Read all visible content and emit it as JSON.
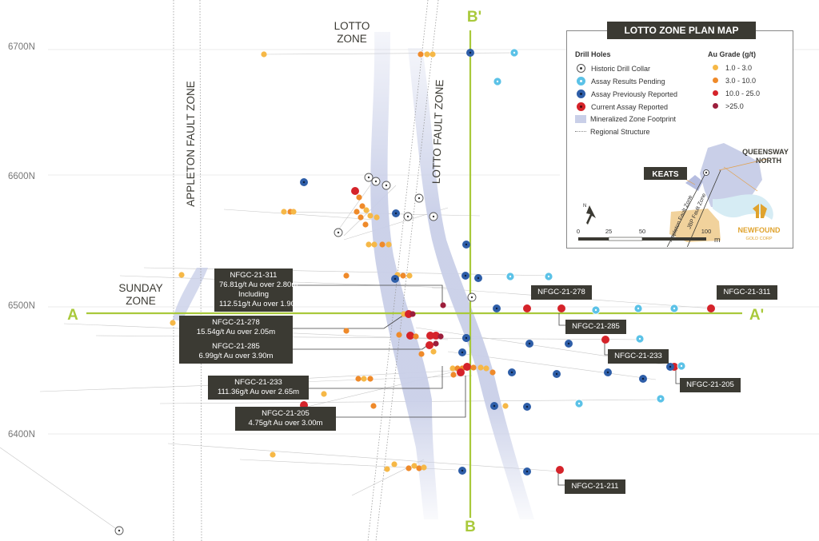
{
  "northings": [
    "6700N",
    "6600N",
    "6500N",
    "6400N"
  ],
  "zones": {
    "lotto": [
      "LOTTO",
      "ZONE"
    ],
    "sunday": [
      "SUNDAY",
      "ZONE"
    ],
    "appleton_fault": "APPLETON FAULT ZONE",
    "lotto_fault": "LOTTO FAULT ZONE"
  },
  "sections": {
    "a": "A",
    "a_prime": "A'",
    "b": "B",
    "b_prime": "B'"
  },
  "callouts": {
    "nfgc_311_detail": {
      "hole": "NFGC-21-311",
      "lines": [
        "76.81g/t Au over 2.80m",
        "Including",
        "112.51g/t Au over 1.90m"
      ]
    },
    "nfgc_278_detail": {
      "hole": "NFGC-21-278",
      "lines": [
        "15.54g/t Au over 2.05m"
      ]
    },
    "nfgc_285_detail": {
      "hole": "NFGC-21-285",
      "lines": [
        "6.99g/t Au over 3.90m"
      ]
    },
    "nfgc_233_detail": {
      "hole": "NFGC-21-233",
      "lines": [
        "111.36g/t Au over 2.65m"
      ]
    },
    "nfgc_205_detail": {
      "hole": "NFGC-21-205",
      "lines": [
        "4.75g/t Au over 3.00m"
      ]
    }
  },
  "hole_tags": {
    "t278": "NFGC-21-278",
    "t311": "NFGC-21-311",
    "t285": "NFGC-21-285",
    "t233": "NFGC-21-233",
    "t205": "NFGC-21-205",
    "t211": "NFGC-21-211"
  },
  "legend": {
    "title": "LOTTO ZONE PLAN MAP",
    "drill_holes_heading": "Drill Holes",
    "drill_holes": [
      "Historic Drill Collar",
      "Assay Results Pending",
      "Assay Previously Reported",
      "Current Assay Reported",
      "Mineralized Zone Footprint",
      "Regional Structure"
    ],
    "grade_heading": "Au Grade (g/t)",
    "grades": [
      "1.0 - 3.0",
      "3.0 - 10.0",
      "10.0 - 25.0",
      ">25.0"
    ],
    "inset": {
      "keats": "KEATS",
      "queensway_north": [
        "QUEENSWAY",
        "NORTH"
      ],
      "appleton_fault": "Appleton Fault Zone",
      "jbp_fault": "JBP Fault Zone",
      "north": "N"
    },
    "scale": {
      "ticks": [
        "0",
        "25",
        "50",
        "100"
      ],
      "unit": "m"
    },
    "logo": [
      "NEWFOUND",
      "GOLD CORP"
    ]
  },
  "colors": {
    "grade_1_3": "#f6b847",
    "grade_3_10": "#ef8a2a",
    "grade_10_25": "#d5232a",
    "grade_gt25": "#9c1e3c",
    "assay_pending": "#5bc2e7",
    "assay_previous": "#2e5ea8",
    "section_line": "#a9c93b",
    "footprint": "#c9cfe8",
    "callout_bg": "#3b3a33"
  }
}
